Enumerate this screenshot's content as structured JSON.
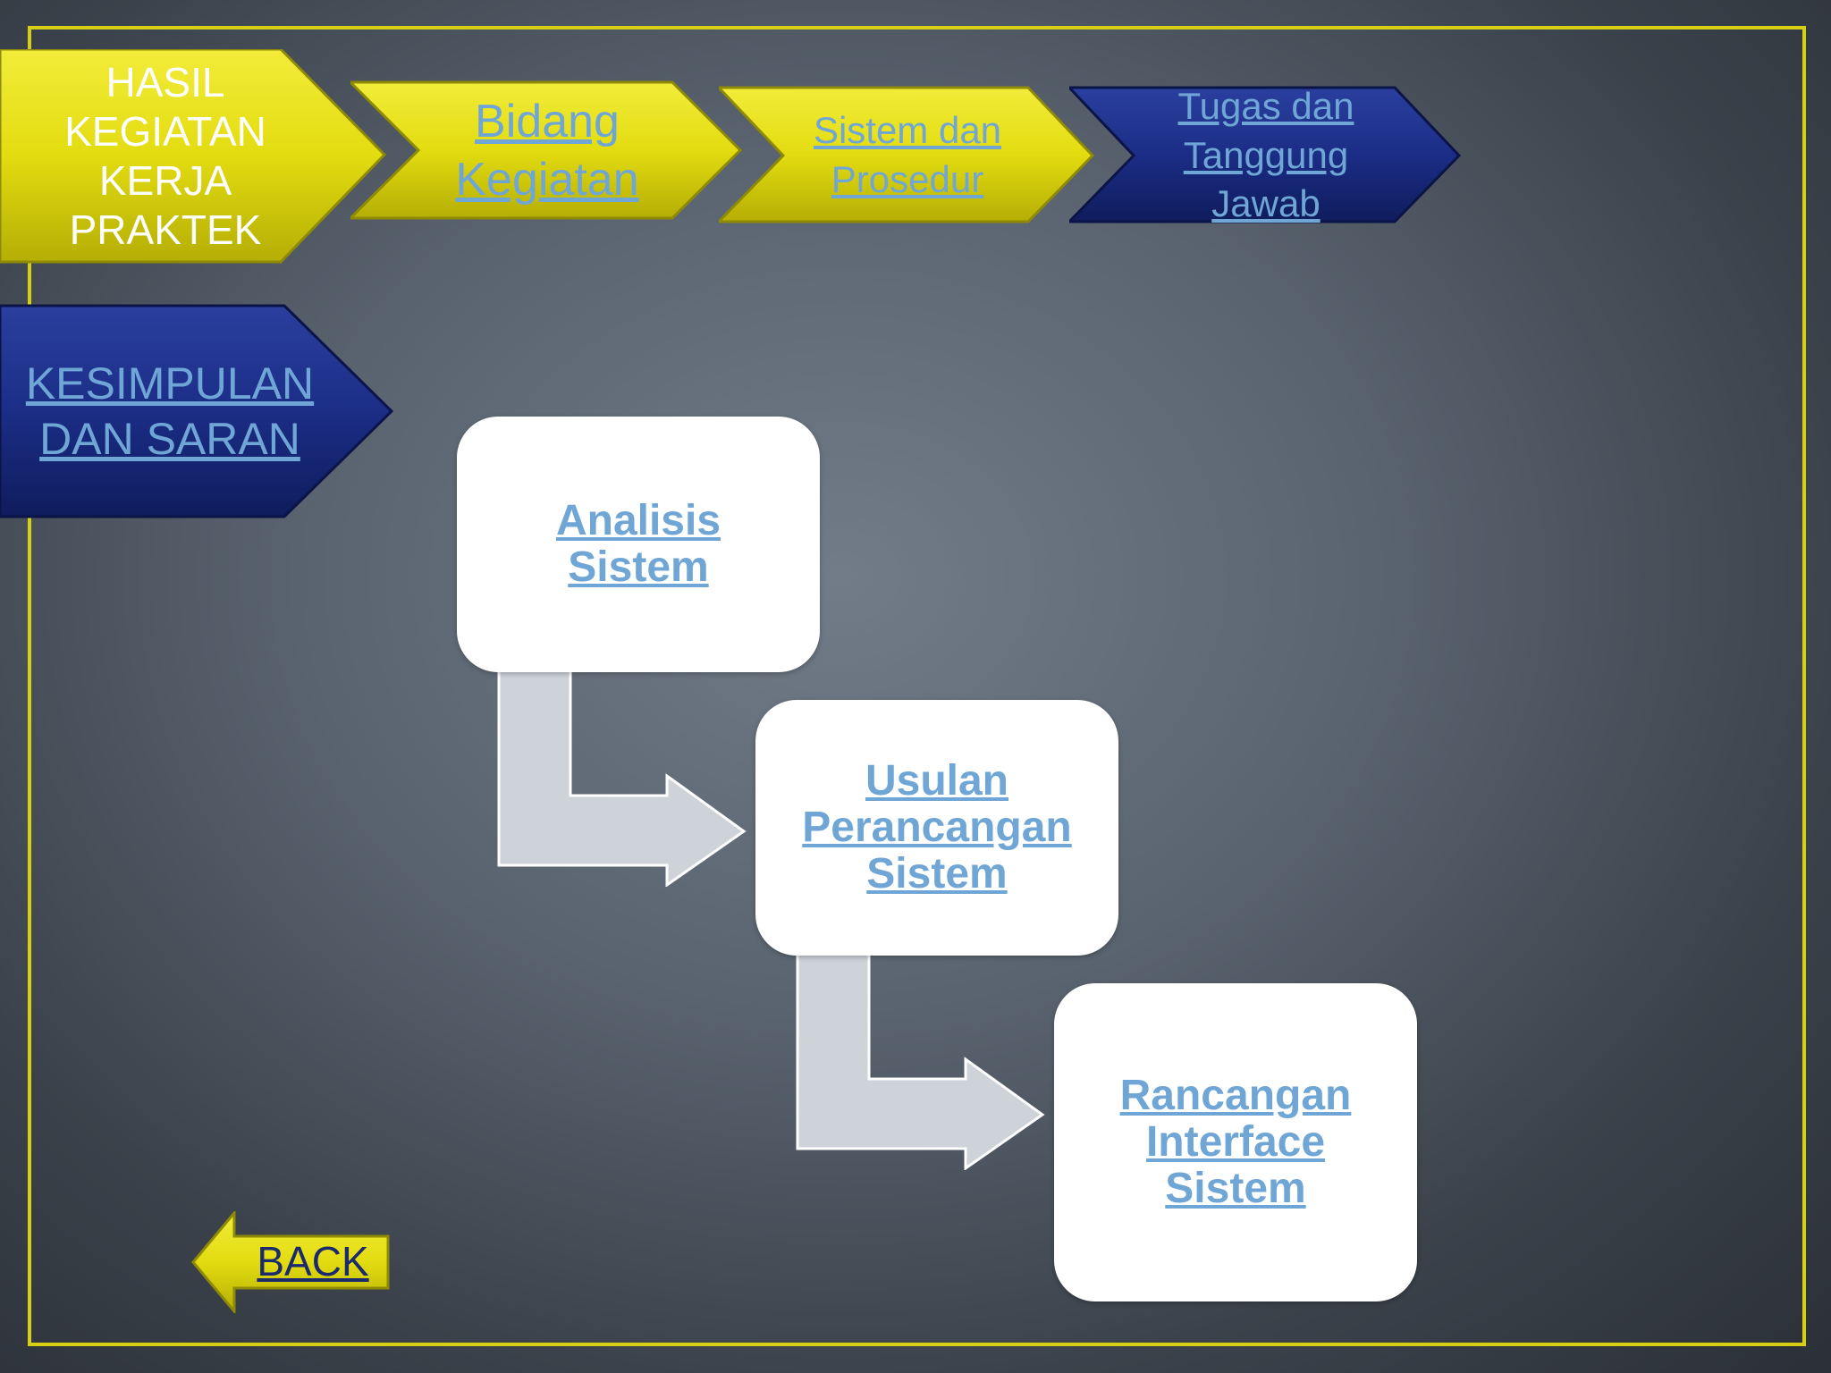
{
  "nav": {
    "hasil": "HASIL\nKEGIATAN\nKERJA\nPRAKTEK",
    "bidang": "Bidang\nKegiatan",
    "sistem": "Sistem dan\nProsedur",
    "tugas": "Tugas dan\nTanggung\nJawab",
    "kesimpulan": "KESIMPULAN\nDAN SARAN"
  },
  "flow": {
    "step1": "Analisis\nSistem",
    "step2": "Usulan\nPerancangan\nSistem",
    "step3": "Rancangan\nInterface\nSistem"
  },
  "back_label": "BACK",
  "colors": {
    "yellow": "#e3dc10",
    "navy": "#1b2d86",
    "link": "#6fa6d6",
    "frame": "#d6cf15"
  }
}
